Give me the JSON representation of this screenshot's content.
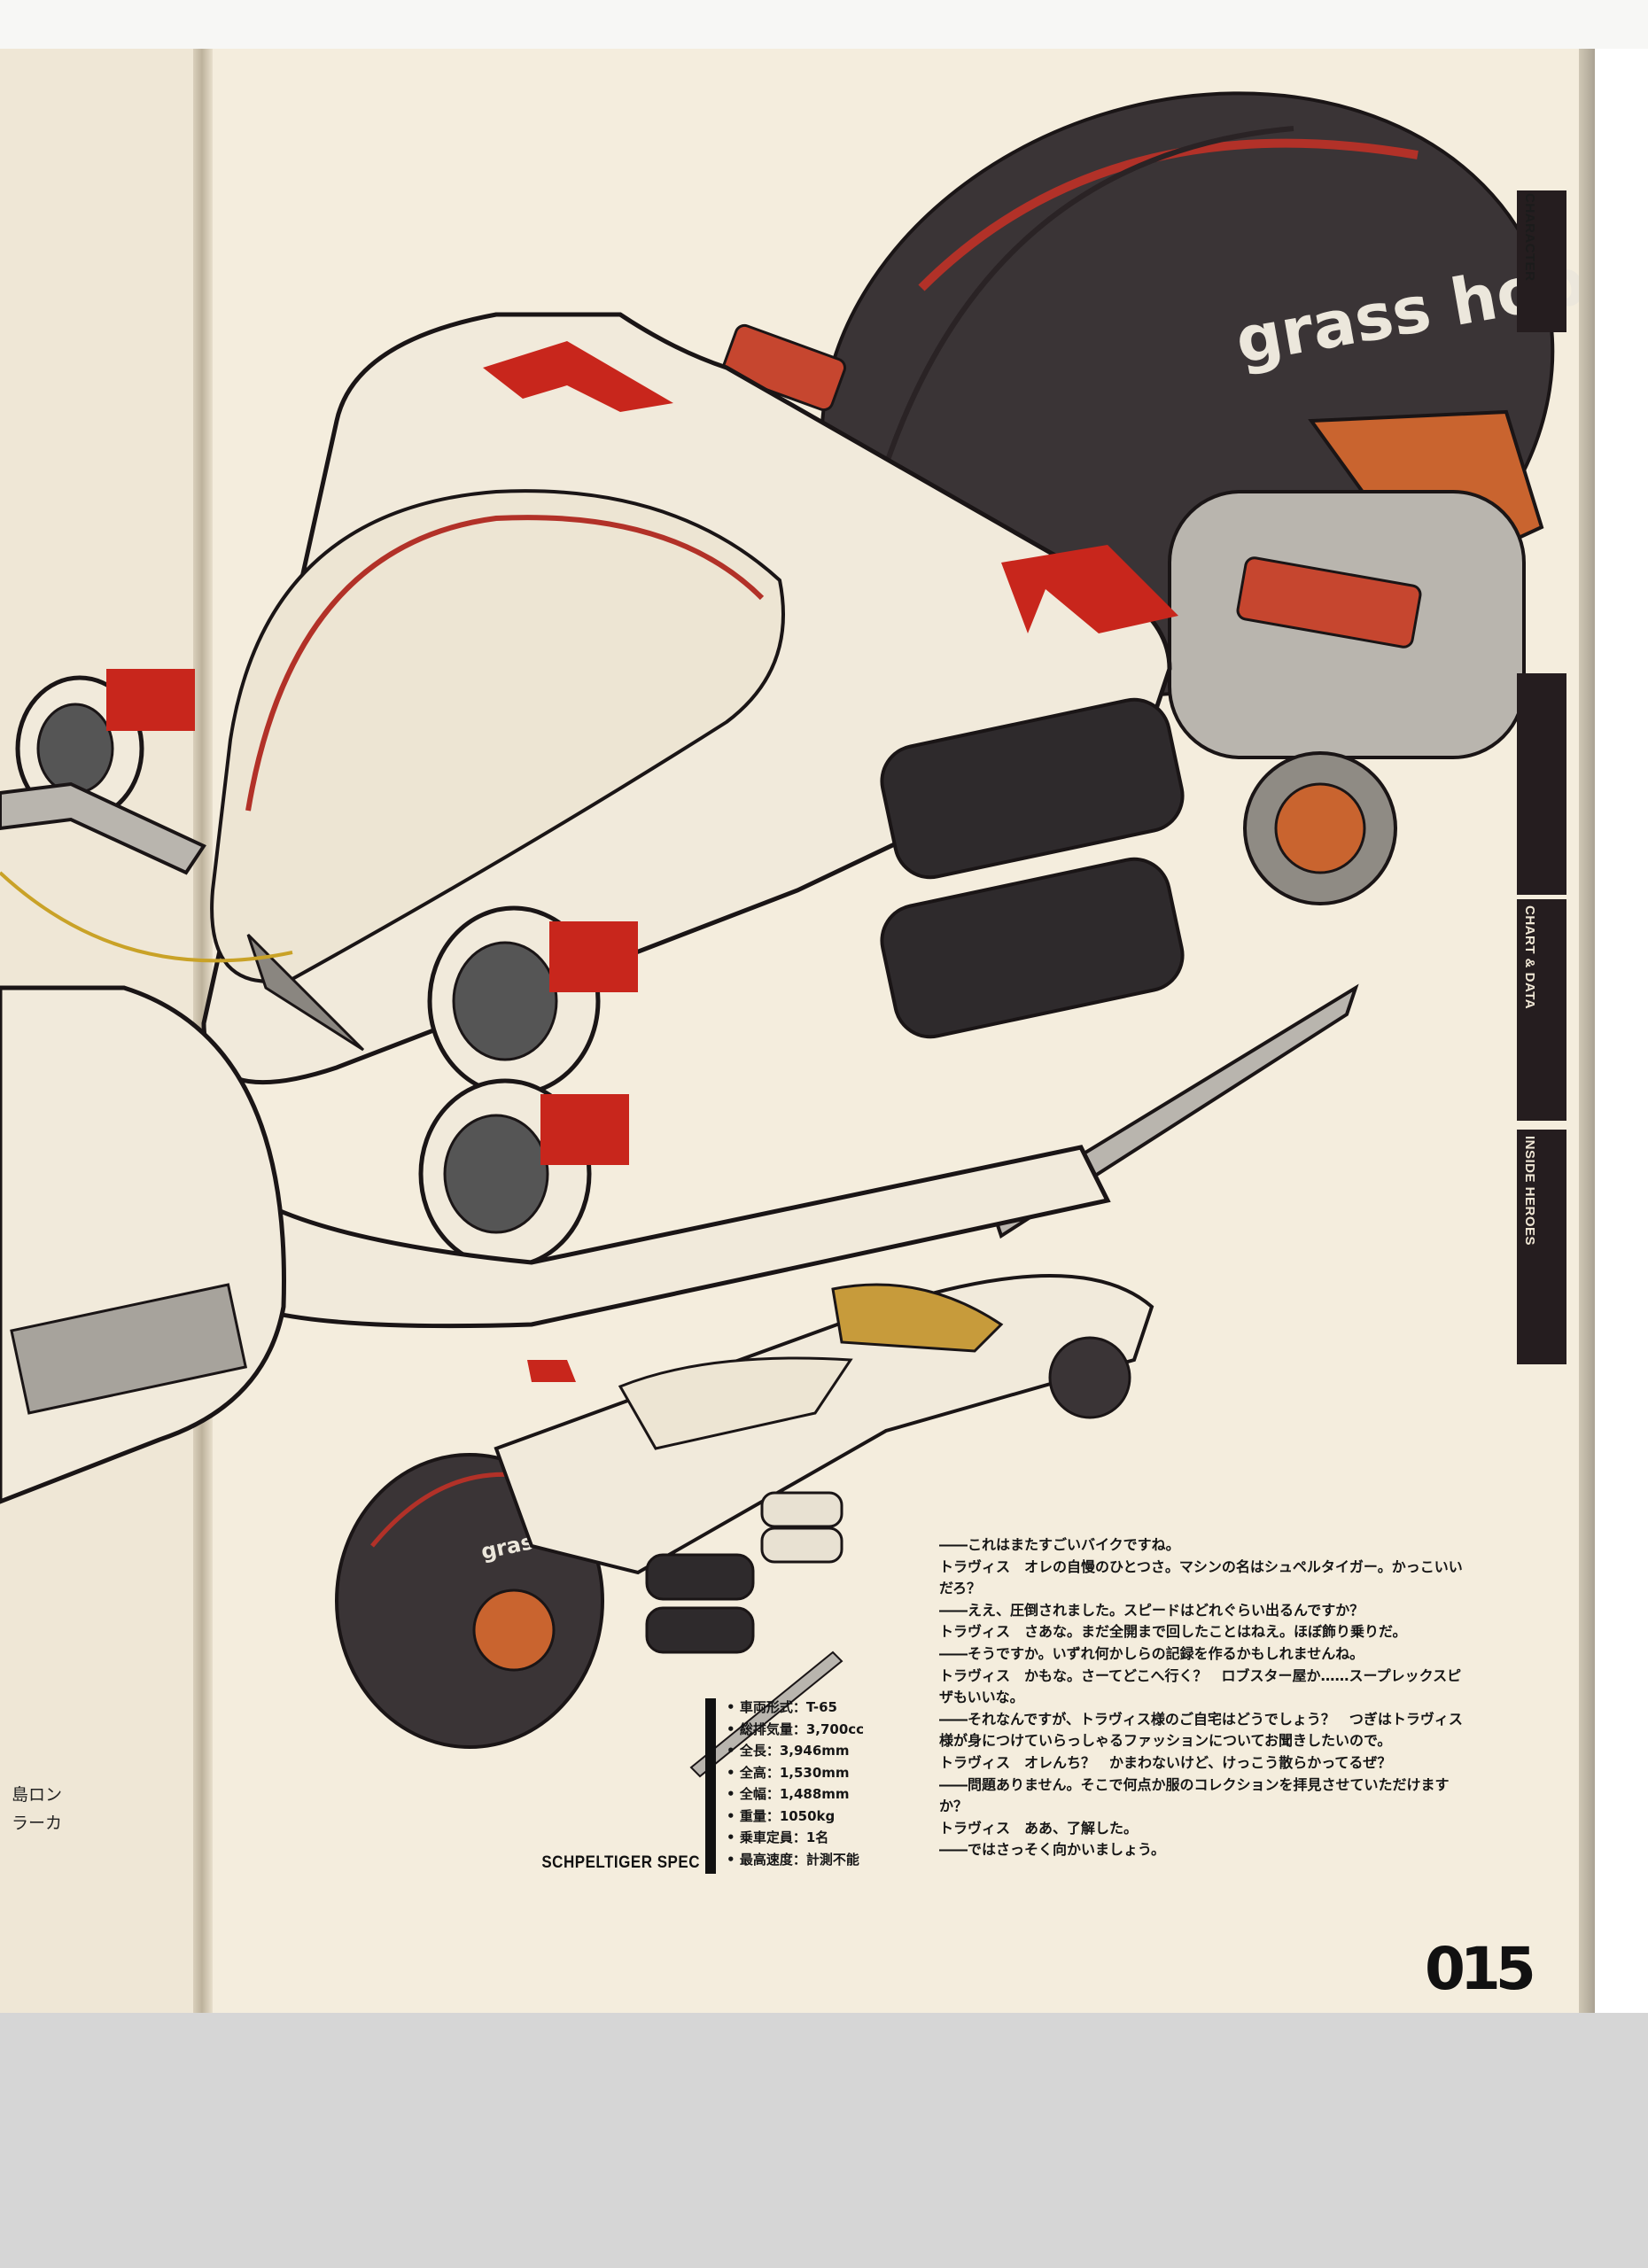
{
  "left_page": {
    "fragments": [
      "島ロン",
      "ラーカ"
    ]
  },
  "tabs": [
    {
      "label": "CHARACTER",
      "theme": "dark"
    },
    {
      "label": "",
      "theme": "light"
    },
    {
      "label": "CHART & DATA",
      "theme": "light"
    },
    {
      "label": "INSIDE HEROES",
      "theme": "light"
    }
  ],
  "illustration": {
    "tire_brand": "grass hopp",
    "small_tire_brand": "grass hopp"
  },
  "spec": {
    "title": "SCHPELTIGER SPEC",
    "items": [
      "車両形式：T-65",
      "総排気量：3,700cc",
      "全長：3,946mm",
      "全高：1,530mm",
      "全幅：1,488mm",
      "重量：1050kg",
      "乗車定員：1名",
      "最高速度：計測不能"
    ]
  },
  "interview": {
    "lines": [
      "――これはまたすごいバイクですね。",
      "トラヴィス　オレの自慢のひとつさ。マシンの名はシュペルタイガー。かっこいいだろ？",
      "――ええ、圧倒されました。スピードはどれぐらい出るんですか？",
      "トラヴィス　さあな。まだ全開まで回したことはねえ。ほぼ飾り乗りだ。",
      "――そうですか。いずれ何かしらの記録を作るかもしれませんね。",
      "トラヴィス　かもな。さーてどこへ行く？　ロブスター屋か……スープレックスピザもいいな。",
      "――それなんですが、トラヴィス様のご自宅はどうでしょう？　つぎはトラヴィス様が身につけていらっしゃるファッションについてお聞きしたいので。",
      "トラヴィス　オレんち？　かまわないけど、けっこう散らかってるぜ？",
      "――問題ありません。そこで何点か服のコレクションを拝見させていただけますか？",
      "トラヴィス　ああ、了解した。",
      "――ではさっそく向かいましょう。"
    ]
  },
  "page_number": "015",
  "colors": {
    "paper": "#f4eddd",
    "accent_red": "#c8261c",
    "tire": "#3a3436",
    "body_white": "#f1eadb",
    "tab_dark": "#251d1f"
  }
}
